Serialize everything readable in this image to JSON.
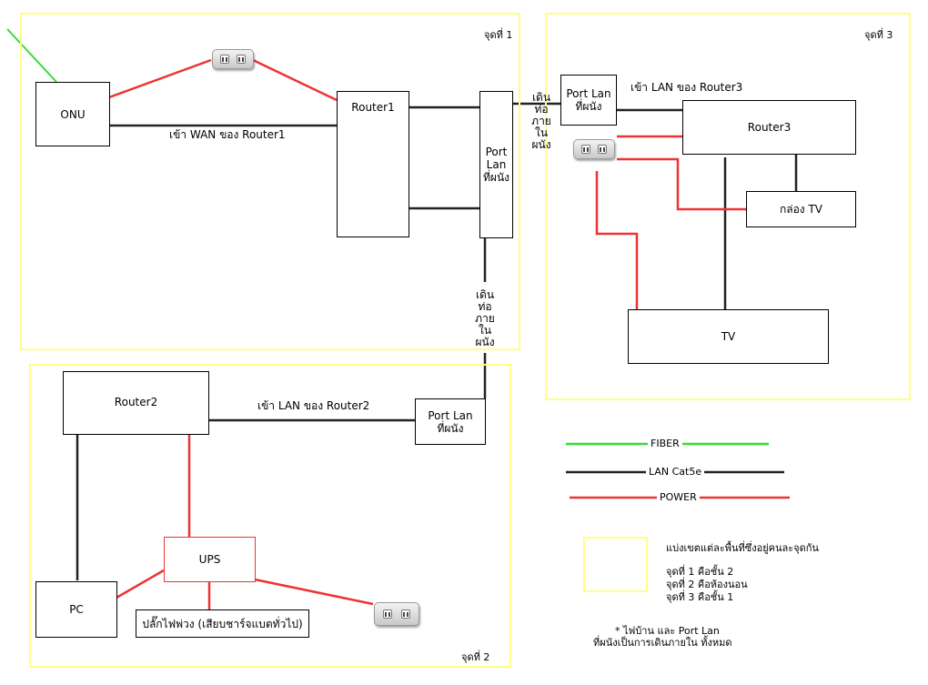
{
  "zones": {
    "zone1": "จุดที่ 1",
    "zone2": "จุดที่ 2",
    "zone3": "จุดที่ 3"
  },
  "devices": {
    "onu": "ONU",
    "router1": "Router1",
    "router2": "Router2",
    "router3": "Router3",
    "port_wall_vertical": "Port Lan ที่ผนัง",
    "port_wall_z2": "Port Lan ที่ผนัง",
    "port_wall_z3": "Port Lan ที่ผนัง",
    "tv_box": "กล่อง TV",
    "tv": "TV",
    "pc": "PC",
    "ups": "UPS",
    "power_strip": "ปลั๊กไฟพ่วง (เสียบชาร์จแบตทั่วไป)"
  },
  "labels": {
    "wan_router1": "เข้า WAN ของ Router1",
    "lan_router2": "เข้า LAN ของ Router2",
    "lan_router3": "เข้า LAN ของ Router3",
    "conduit_top": "เดิน ท่อ ภาย ใน ผนัง",
    "conduit_bottom": "เดิน ท่อ ภาย ใน ผนัง"
  },
  "legend": {
    "fiber": "FIBER",
    "lan": "LAN Cat5e",
    "power": "POWER",
    "zone_desc": "แบ่งเขตแต่ละพื้นที่ซึ่งอยู่คนละจุดกัน",
    "zone_list": [
      "จุดที่ 1 คือชั้น 2",
      "จุดที่ 2 คือห้องนอน",
      "จุดที่ 3 คือชั้น 1"
    ],
    "footnote": [
      "* ไฟบ้าน และ Port Lan",
      "ที่ผนังเป็นการเดินภายใน ทั้งหมด"
    ]
  },
  "colors": {
    "fiber": "#33dd33",
    "lan": "#222222",
    "power": "#ee3333",
    "zone": "#ffff88"
  },
  "icons": [
    "wall-socket-icon"
  ]
}
